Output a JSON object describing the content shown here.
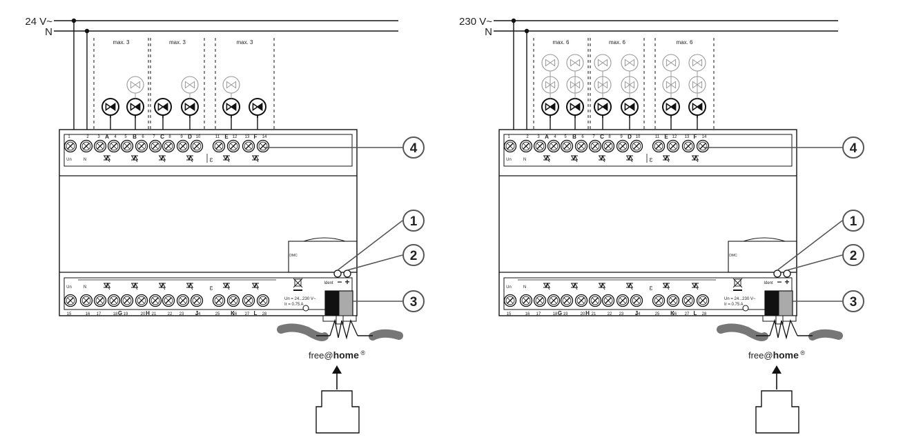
{
  "diagrams": [
    {
      "supply_label": "24 V~",
      "neutral_label": "N",
      "group_max_labels": [
        "max. 3",
        "max. 3",
        "max. 3"
      ],
      "valve_stack_count": [
        1,
        2,
        1,
        2,
        2,
        1
      ],
      "top_terminal_numbers": [
        "1",
        "2",
        "3",
        "4",
        "5",
        "6",
        "7",
        "8",
        "9",
        "10",
        "11",
        "12",
        "13",
        "14"
      ],
      "top_channel_letters": [
        "A",
        "B",
        "C",
        "D",
        "E",
        "F"
      ],
      "bottom_terminal_numbers": [
        "15",
        "16",
        "17",
        "18",
        "19",
        "20",
        "21",
        "22",
        "23",
        "24",
        "25",
        "26",
        "27",
        "28"
      ],
      "bottom_channel_letters": [
        "G",
        "H",
        "J",
        "K",
        "L"
      ],
      "un_label": "Un",
      "n_label": "N",
      "ident_label": "Ident",
      "dmc_label": "DMC",
      "rating_line1": "Un = 24...230 V~",
      "rating_line2": "Ir = 0.75 A",
      "bus_label_prefix": "free@",
      "bus_label_bold": "home",
      "bus_label_suffix": "®",
      "callouts": [
        "4",
        "1",
        "2",
        "3"
      ]
    },
    {
      "supply_label": "230 V~",
      "neutral_label": "N",
      "group_max_labels": [
        "max. 6",
        "max. 6",
        "max. 6"
      ],
      "valve_stack_count": [
        3,
        3,
        3,
        3,
        3,
        3
      ],
      "top_terminal_numbers": [
        "1",
        "2",
        "3",
        "4",
        "5",
        "6",
        "7",
        "8",
        "9",
        "10",
        "11",
        "12",
        "13",
        "14"
      ],
      "top_channel_letters": [
        "A",
        "B",
        "C",
        "D",
        "E",
        "F"
      ],
      "bottom_terminal_numbers": [
        "15",
        "16",
        "17",
        "18",
        "19",
        "20",
        "21",
        "22",
        "23",
        "24",
        "25",
        "26",
        "27",
        "28"
      ],
      "bottom_channel_letters": [
        "G",
        "H",
        "J",
        "K",
        "L"
      ],
      "un_label": "Un",
      "n_label": "N",
      "ident_label": "Ident",
      "dmc_label": "DMC",
      "rating_line1": "Un = 24...230 V~",
      "rating_line2": "Ir = 0.75 A",
      "bus_label_prefix": "free@",
      "bus_label_bold": "home",
      "bus_label_suffix": "®",
      "callouts": [
        "4",
        "1",
        "2",
        "3"
      ]
    }
  ]
}
